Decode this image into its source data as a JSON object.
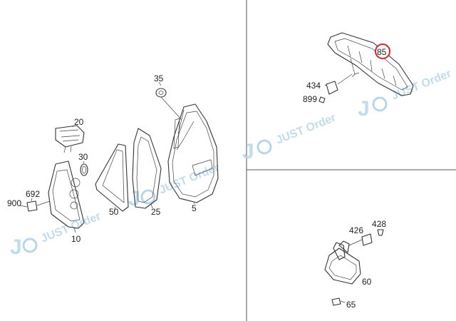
{
  "diagram": {
    "part_numbers": {
      "p35": "35",
      "p20": "20",
      "p30": "30",
      "p692": "692",
      "p900": "900",
      "p10": "10",
      "p50": "50",
      "p25": "25",
      "p5": "5",
      "p85": "85",
      "p434": "434",
      "p899": "899",
      "p426": "426",
      "p428": "428",
      "p60": "60",
      "p65": "65"
    },
    "highlighted_part": "85",
    "highlight_color": "#d8232a",
    "divider_color": "#555555"
  },
  "watermark": {
    "text": "JUST Order",
    "logo_letter": "J",
    "color": "#b9d6e9"
  }
}
